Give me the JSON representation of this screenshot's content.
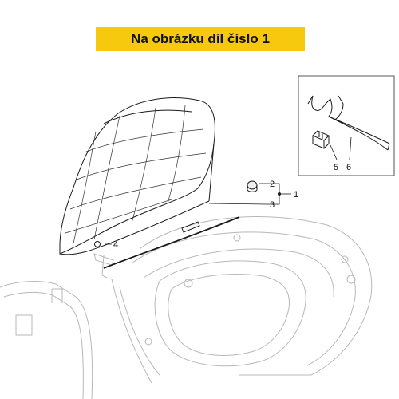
{
  "banner": {
    "text": "Na obrázku díl číslo 1",
    "background": "#f6c90e"
  },
  "callouts": {
    "c1": "1",
    "c2": "2",
    "c3": "3",
    "c4": "4",
    "c5": "5",
    "c6": "6"
  },
  "colors": {
    "line": "#1a1a1a",
    "faint": "#b8b8b8",
    "inset_border": "#555555"
  }
}
